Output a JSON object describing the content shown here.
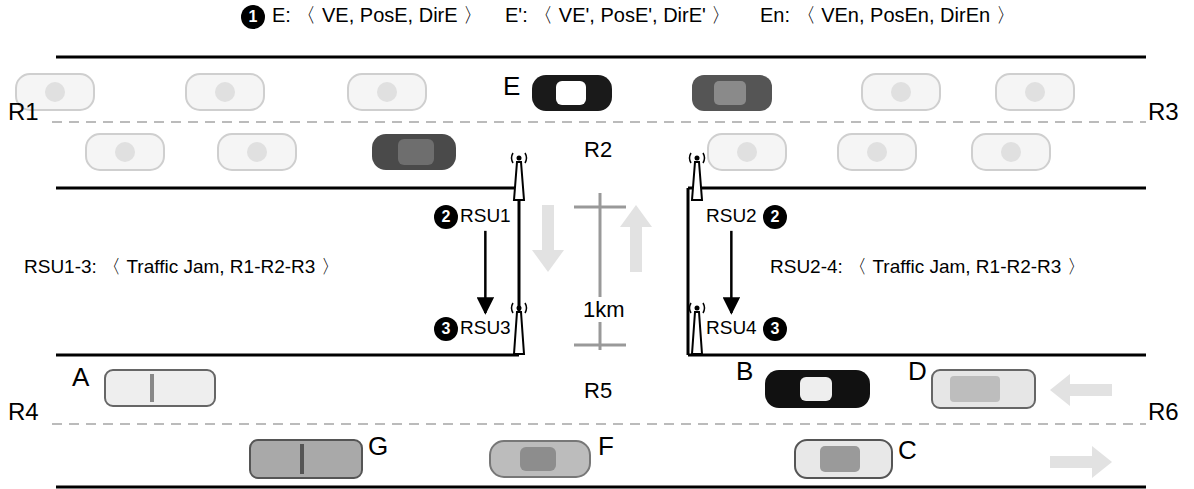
{
  "diagram": {
    "nodes": [
      {
        "text": [
          "RSU1"
        ]
      },
      {
        "text": [
          "RSU2"
        ]
      },
      {
        "text": [
          "RSU3"
        ]
      },
      {
        "text": [
          "RSU4"
        ]
      }
    ],
    "edges": [
      {
        "from": 0,
        "to": 2,
        "arrow": "to"
      },
      {
        "from": 1,
        "to": 3,
        "arrow": "to"
      }
    ],
    "labels": [
      "1",
      "E: 〈 VE, PosE, DirE 〉",
      "E': 〈 VE', PosE', DirE' 〉",
      "En: 〈 VEn, PosEn, DirEn 〉",
      "R1",
      "E",
      "R3",
      "R2",
      "2",
      "2",
      "RSU1-3: 〈 Traffic Jam, R1-R2-R3 〉",
      "RSU2-4: 〈 Traffic Jam, R1-R2-R3 〉",
      "1km",
      "3",
      "3",
      "A",
      "B",
      "D",
      "R4",
      "R5",
      "R6",
      "G",
      "F",
      "C"
    ]
  }
}
